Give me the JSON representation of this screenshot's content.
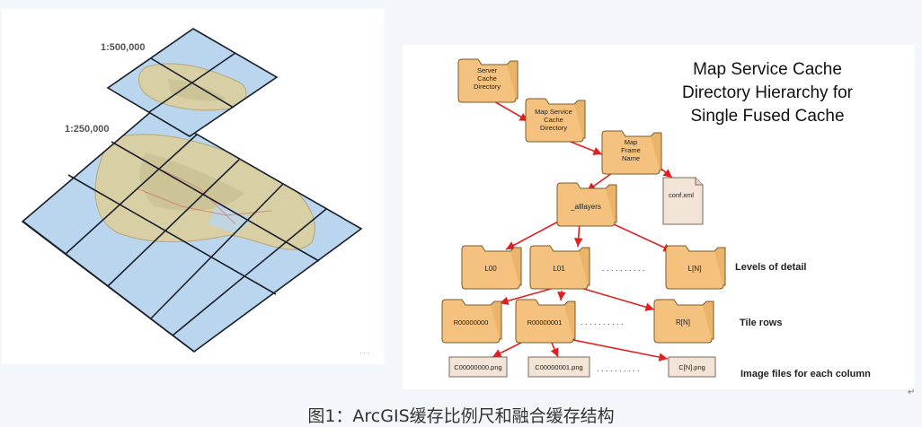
{
  "left_figure": {
    "scale_top": "1:500,000",
    "scale_bottom": "1:250,000",
    "corner_dots": ". . ."
  },
  "right_figure": {
    "title_lines": [
      "Map Service Cache",
      "Directory Hierarchy for",
      "Single Fused Cache"
    ],
    "folders": {
      "server": [
        "Server",
        "Cache",
        "Directory"
      ],
      "service": [
        "Map Service",
        "Cache",
        "Directory"
      ],
      "frame": [
        "Map",
        "Frame",
        "Name"
      ],
      "alllayers": "_alllayers",
      "conf": "conf.xml",
      "l00": "L00",
      "l01": "L01",
      "ln": "L[N]",
      "r0": "R00000000",
      "r1": "R00000001",
      "rn": "R[N]",
      "c0": "C00000000.png",
      "c1": "C00000001.png",
      "cn": "C[N].png"
    },
    "levels_label": "Levels of detail",
    "rows_label": "Tile rows",
    "images_label": "Image files for each column",
    "ellipsis": ". . . . . . . . . ."
  },
  "caption": "图1：ArcGIS缓存比例尺和融合缓存结构",
  "edge_mark": "↵",
  "colors": {
    "tile_water": "#b9d6ee",
    "grid_line": "#1b1f2b",
    "land": "#d8cfa5",
    "folder_fill": "#f4c27e",
    "file_fill": "#f2e4d6",
    "arrow": "#e02020"
  }
}
